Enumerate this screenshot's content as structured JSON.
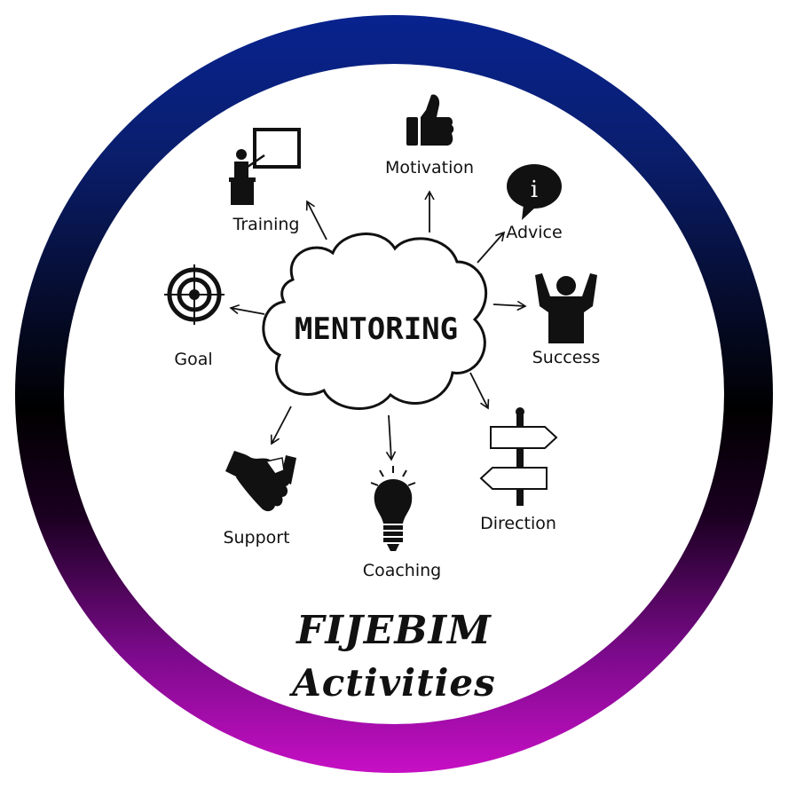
{
  "diagram": {
    "center": "MENTORING",
    "nodes": {
      "motivation": "Motivation",
      "training": "Training",
      "advice": "Advice",
      "goal": "Goal",
      "success": "Success",
      "direction": "Direction",
      "support": "Support",
      "coaching": "Coaching"
    }
  },
  "brand": {
    "name": "FIJEBIM",
    "subtitle": "Activities"
  },
  "colors": {
    "ring_top": "#08238f",
    "ring_middle": "#000000",
    "ring_bottom": "#c60fc4",
    "ink": "#111111"
  }
}
